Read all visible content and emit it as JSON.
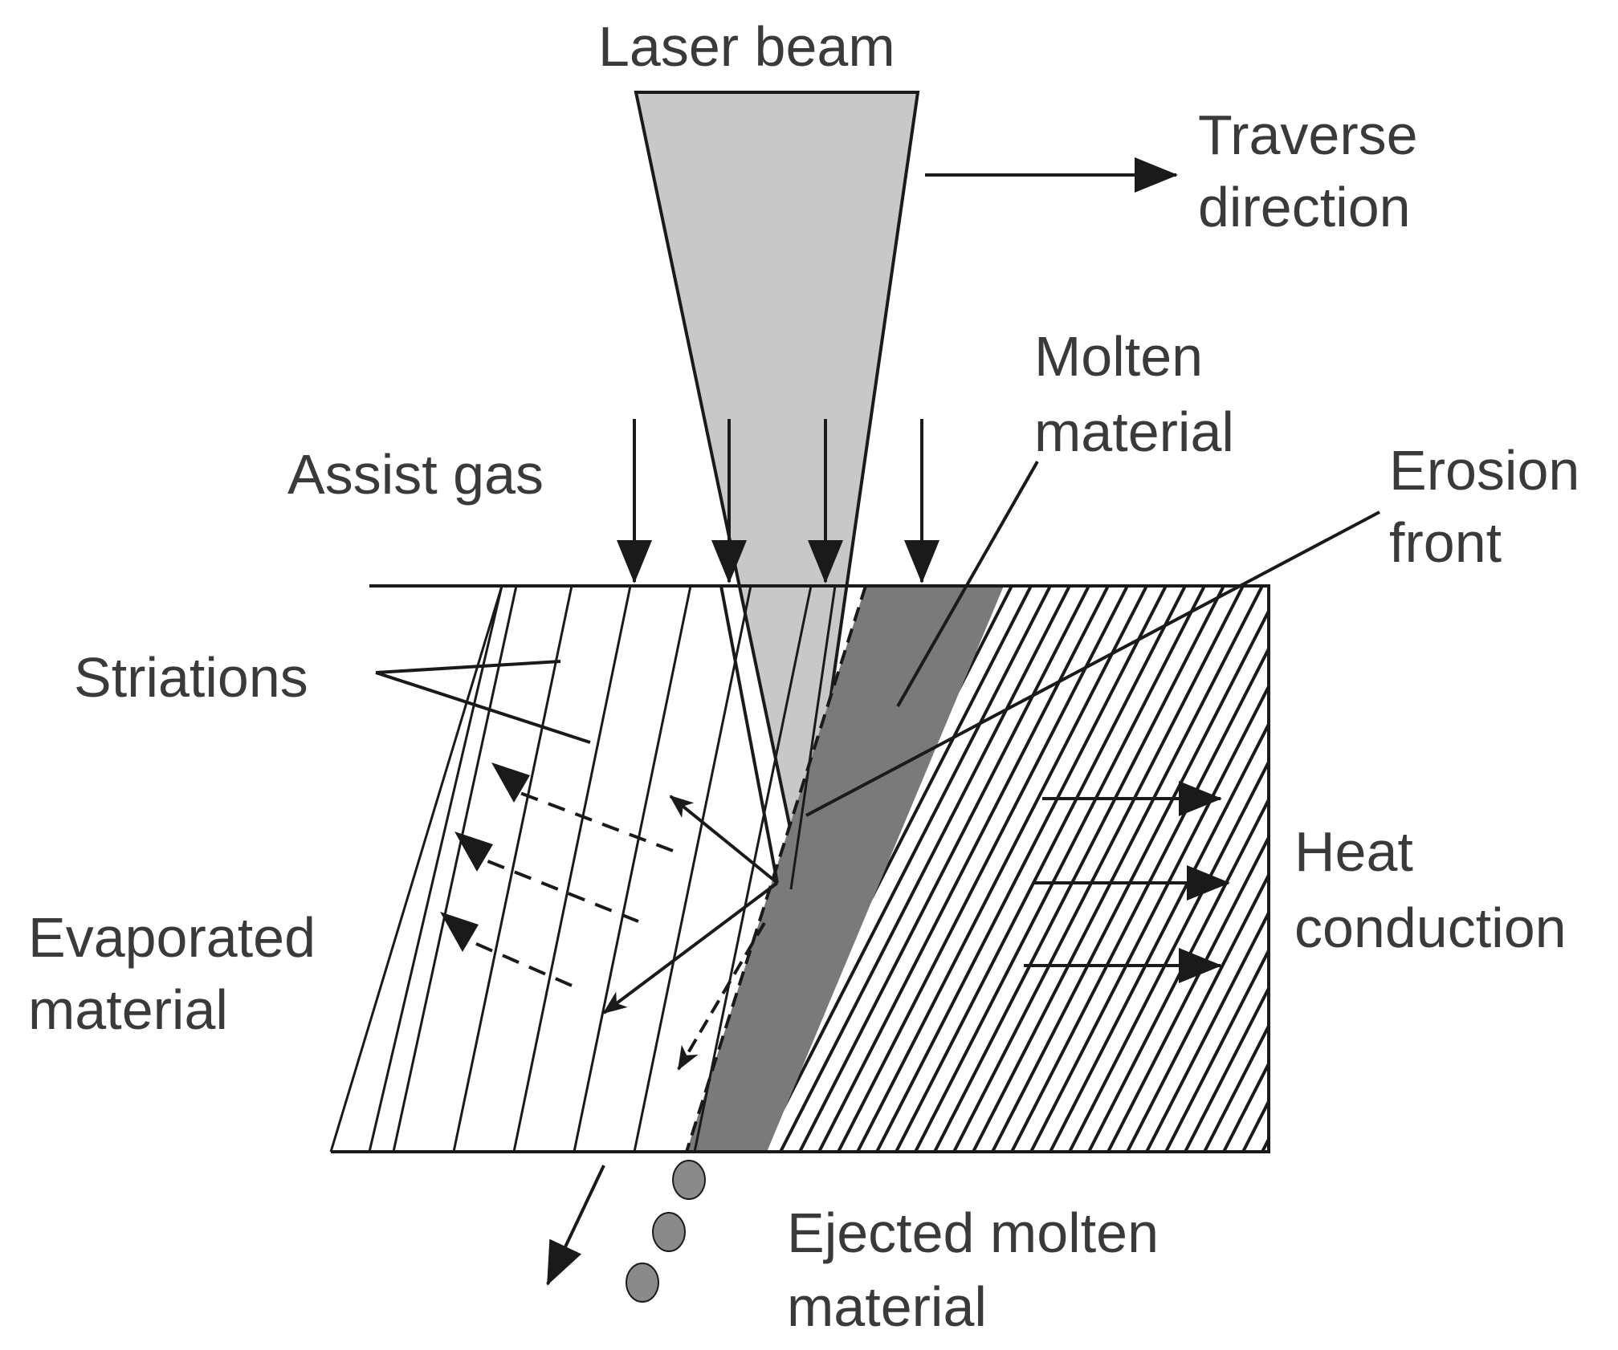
{
  "labels": {
    "laser_beam": "Laser beam",
    "traverse_1": "Traverse",
    "traverse_2": "direction",
    "molten_1": "Molten",
    "molten_2": "material",
    "erosion_1": "Erosion",
    "erosion_2": "front",
    "assist_gas": "Assist gas",
    "striations": "Striations",
    "heat_1": "Heat",
    "heat_2": "conduction",
    "evaporated_1": "Evaporated",
    "evaporated_2": "material",
    "ejected_1": "Ejected molten",
    "ejected_2": "material"
  },
  "colors": {
    "beam": "#c8c8c8",
    "molten": "#7a7a7a",
    "droplet": "#8a8a8a",
    "line": "#1a1a1a",
    "text": "#3a3a3a"
  }
}
